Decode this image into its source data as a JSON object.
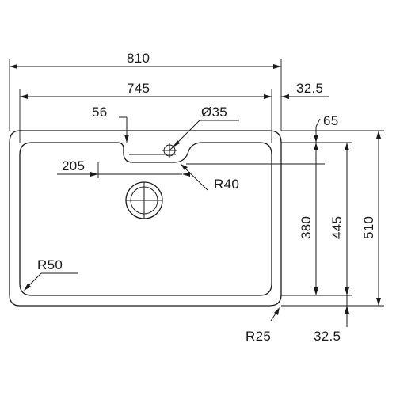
{
  "dimensions": {
    "overall_width": "810",
    "bowl_width": "745",
    "right_offset": "32.5",
    "tap_hole_offset": "56",
    "tap_hole_diameter": "Ø35",
    "ledge_offset": "65",
    "ledge_length": "205",
    "ledge_radius": "R40",
    "bowl_depth": "380",
    "inner_depth": "445",
    "overall_depth": "510",
    "corner_radius_inner": "R50",
    "corner_radius_outer": "R25",
    "bottom_offset": "32.5"
  }
}
